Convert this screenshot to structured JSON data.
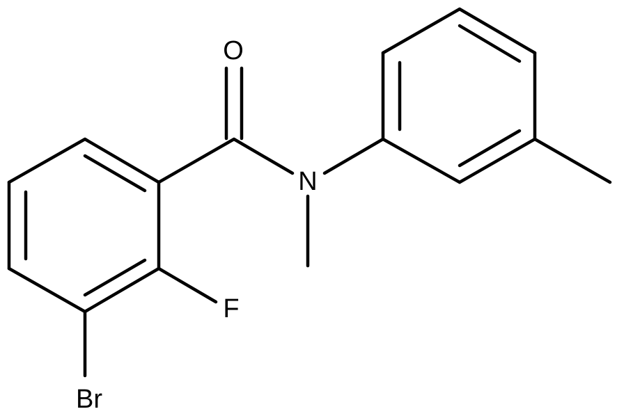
{
  "molecule": {
    "atoms": {
      "oxygen": "O",
      "nitrogen": "N",
      "fluorine": "F",
      "bromine": "Br"
    },
    "colors": {
      "bond": "#000000",
      "label": "#000000",
      "background": "#ffffff"
    }
  }
}
